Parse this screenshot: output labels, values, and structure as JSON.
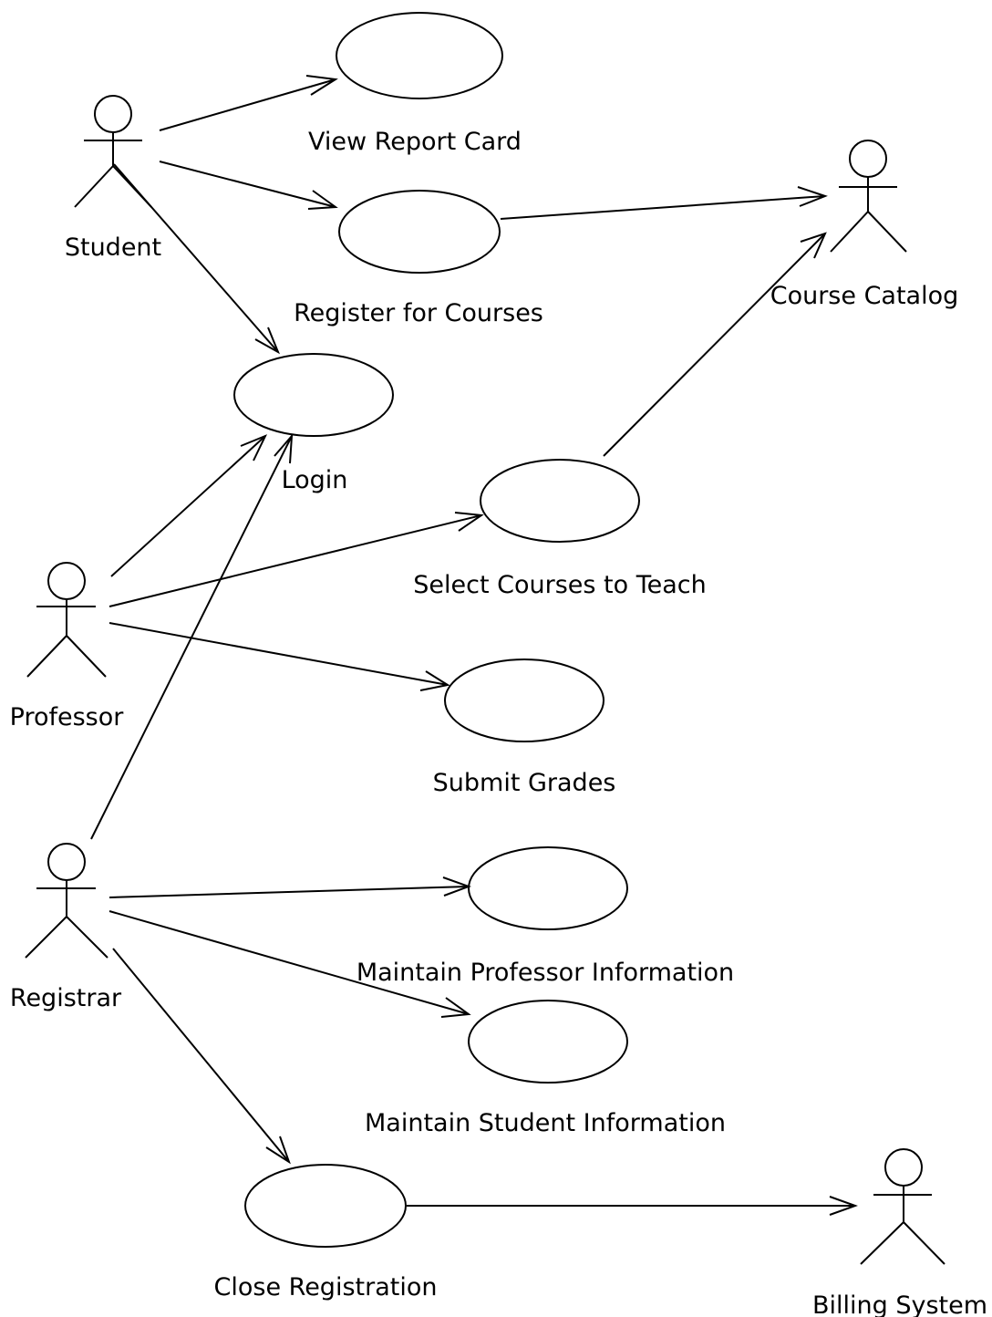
{
  "diagram": {
    "actors": [
      {
        "id": "student",
        "label": "Student"
      },
      {
        "id": "course_catalog",
        "label": "Course Catalog"
      },
      {
        "id": "professor",
        "label": "Professor"
      },
      {
        "id": "registrar",
        "label": "Registrar"
      },
      {
        "id": "billing_system",
        "label": "Billing System"
      }
    ],
    "use_cases": [
      {
        "id": "view_report_card",
        "label": "View Report Card"
      },
      {
        "id": "register_for_courses",
        "label": "Register for Courses"
      },
      {
        "id": "login",
        "label": "Login"
      },
      {
        "id": "select_courses_to_teach",
        "label": "Select Courses to Teach"
      },
      {
        "id": "submit_grades",
        "label": "Submit Grades"
      },
      {
        "id": "maintain_professor_information",
        "label": "Maintain Professor Information"
      },
      {
        "id": "maintain_student_information",
        "label": "Maintain Student Information"
      },
      {
        "id": "close_registration",
        "label": "Close Registration"
      }
    ],
    "associations": [
      {
        "from": "student",
        "to": "view_report_card"
      },
      {
        "from": "student",
        "to": "register_for_courses"
      },
      {
        "from": "student",
        "to": "login"
      },
      {
        "from": "register_for_courses",
        "to": "course_catalog"
      },
      {
        "from": "professor",
        "to": "login"
      },
      {
        "from": "professor",
        "to": "select_courses_to_teach"
      },
      {
        "from": "professor",
        "to": "submit_grades"
      },
      {
        "from": "select_courses_to_teach",
        "to": "course_catalog"
      },
      {
        "from": "registrar",
        "to": "login"
      },
      {
        "from": "registrar",
        "to": "maintain_professor_information"
      },
      {
        "from": "registrar",
        "to": "maintain_student_information"
      },
      {
        "from": "registrar",
        "to": "close_registration"
      },
      {
        "from": "close_registration",
        "to": "billing_system"
      }
    ]
  }
}
